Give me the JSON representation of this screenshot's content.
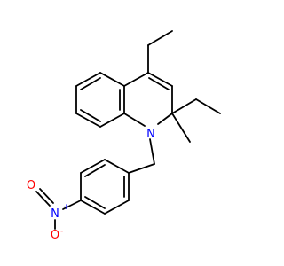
{
  "molecule": {
    "atoms": [
      {
        "id": "N1",
        "symbol": "N",
        "color": "#0000ff",
        "charge": ""
      },
      {
        "id": "N2",
        "symbol": "N",
        "color": "#0000ff",
        "charge": "+"
      },
      {
        "id": "O1",
        "symbol": "O",
        "color": "#ff0000",
        "charge": ""
      },
      {
        "id": "O2",
        "symbol": "O",
        "color": "#ff0000",
        "charge": "-"
      }
    ]
  }
}
